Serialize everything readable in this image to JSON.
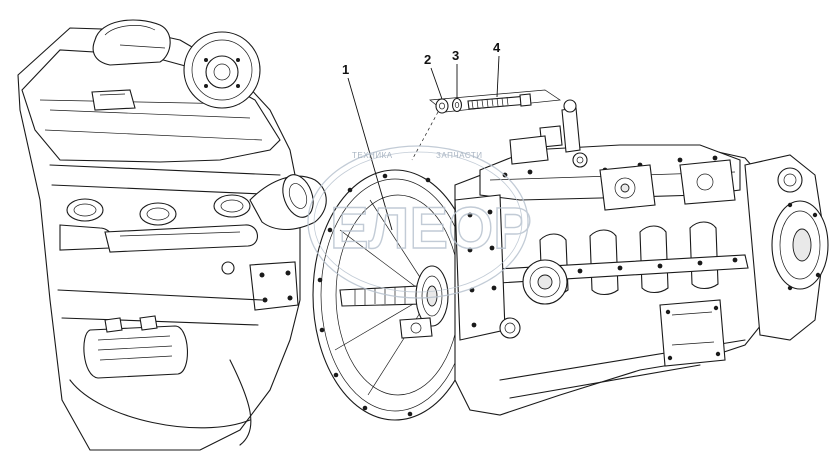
{
  "callouts": [
    {
      "label": "1"
    },
    {
      "label": "2"
    },
    {
      "label": "3"
    },
    {
      "label": "4"
    }
  ],
  "watermark": {
    "left_text": "ТЕХНИКА",
    "right_text": "ЗАПЧАСТИ",
    "logo_text": "ЕЛЕОР"
  },
  "colors": {
    "line": "#1a1a1a",
    "watermark": "#b8c3cf"
  }
}
